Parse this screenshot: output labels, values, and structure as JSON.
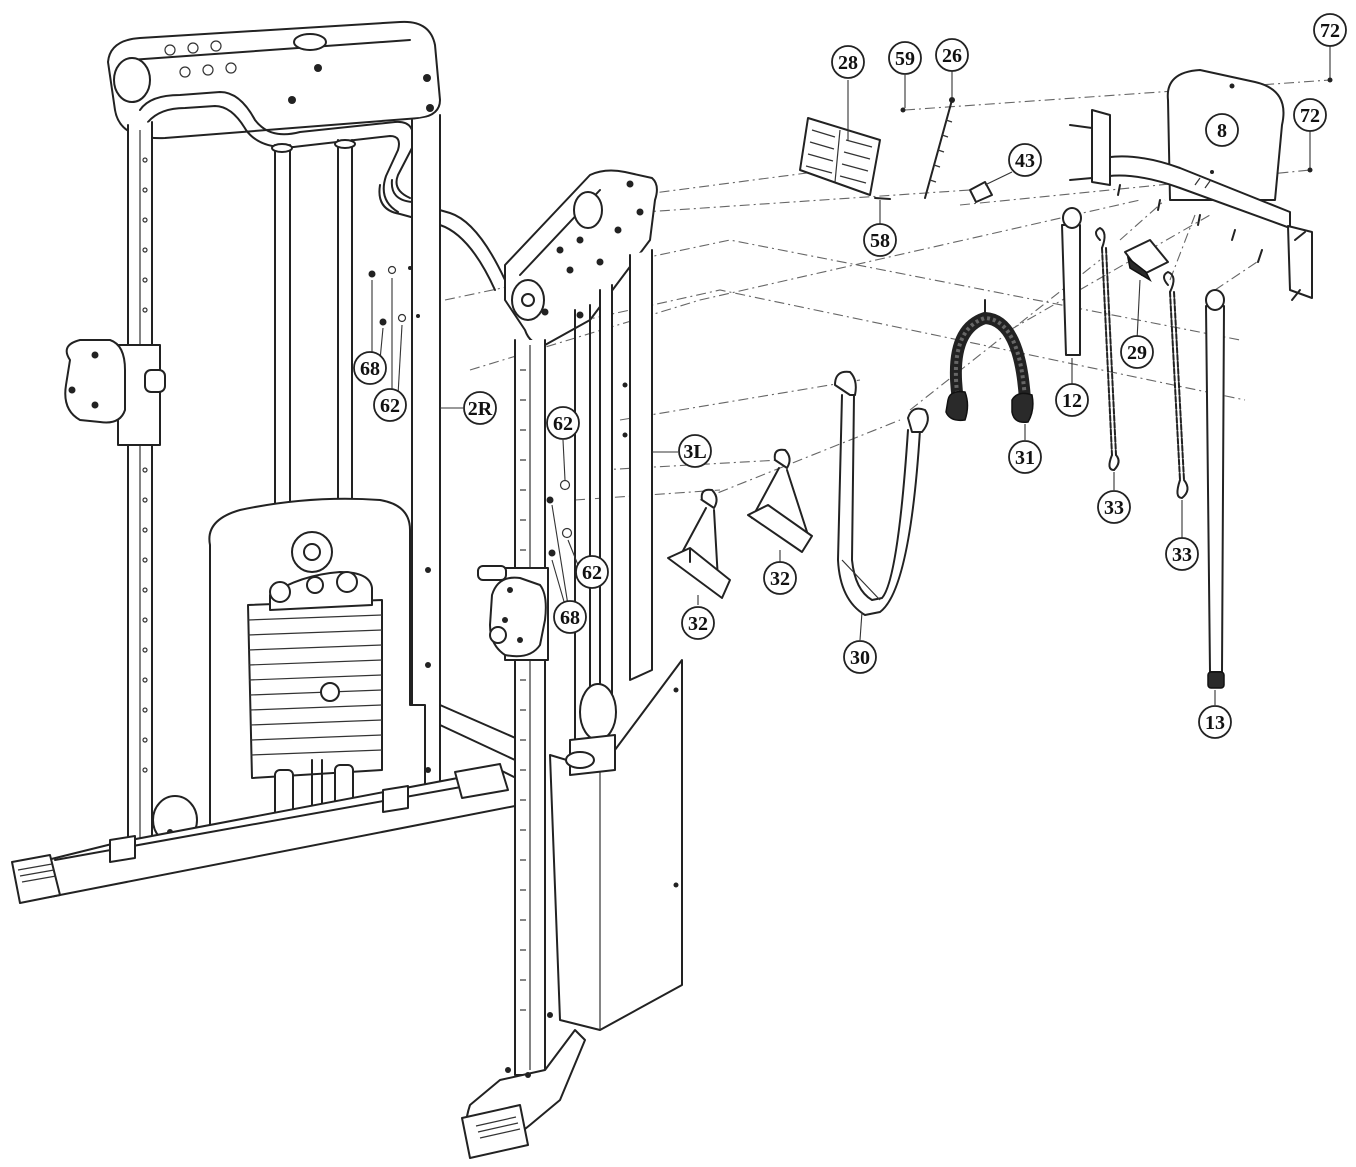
{
  "callouts": [
    {
      "id": "c72a",
      "label": "72"
    },
    {
      "id": "c59",
      "label": "59"
    },
    {
      "id": "c26",
      "label": "26"
    },
    {
      "id": "c28",
      "label": "28"
    },
    {
      "id": "c8",
      "label": "8"
    },
    {
      "id": "c72b",
      "label": "72"
    },
    {
      "id": "c43",
      "label": "43"
    },
    {
      "id": "c58",
      "label": "58"
    },
    {
      "id": "c29",
      "label": "29"
    },
    {
      "id": "c12",
      "label": "12"
    },
    {
      "id": "c31",
      "label": "31"
    },
    {
      "id": "c33a",
      "label": "33"
    },
    {
      "id": "c33b",
      "label": "33"
    },
    {
      "id": "c13",
      "label": "13"
    },
    {
      "id": "c68a",
      "label": "68"
    },
    {
      "id": "c62a",
      "label": "62"
    },
    {
      "id": "c2R",
      "label": "2R"
    },
    {
      "id": "c62b",
      "label": "62"
    },
    {
      "id": "c3L",
      "label": "3L"
    },
    {
      "id": "c62c",
      "label": "62"
    },
    {
      "id": "c68b",
      "label": "68"
    },
    {
      "id": "c32a",
      "label": "32"
    },
    {
      "id": "c32b",
      "label": "32"
    },
    {
      "id": "c30",
      "label": "30"
    }
  ]
}
